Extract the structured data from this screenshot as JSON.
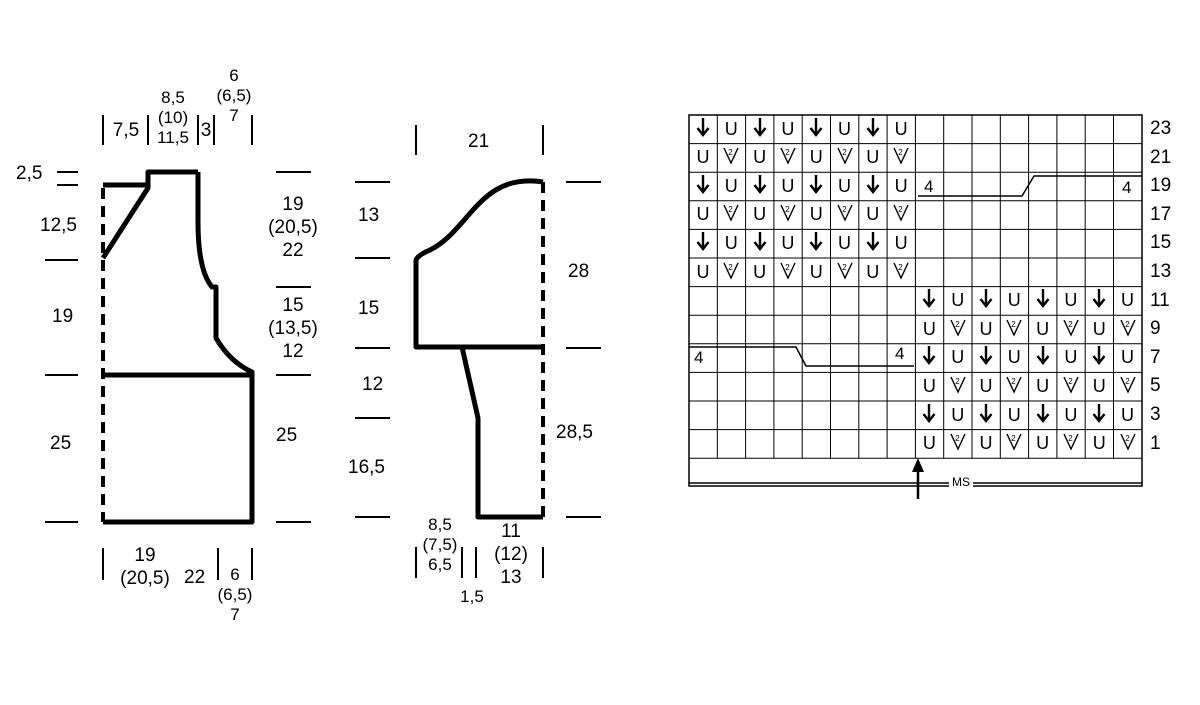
{
  "front": {
    "top_widths": [
      "7,5",
      "8,5",
      "(10)",
      "11,5",
      "3",
      "6",
      "(6,5)",
      "7"
    ],
    "left_heights": [
      "2,5",
      "12,5",
      "19",
      "25"
    ],
    "right_heights": [
      "19",
      "(20,5)",
      "22",
      "15",
      "(13,5)",
      "12",
      "25"
    ],
    "bottom_widths": [
      "19",
      "(20,5)",
      "22",
      "6",
      "(6,5)",
      "7"
    ]
  },
  "sleeve": {
    "top_width": "21",
    "left_heights": [
      "13",
      "15",
      "12",
      "16,5"
    ],
    "right_heights": [
      "28",
      "28,5"
    ],
    "bottom_widths": [
      "8,5",
      "(7,5)",
      "6,5",
      "1,5",
      "11",
      "(12)",
      "13"
    ]
  },
  "chart": {
    "row_numbers": [
      "23",
      "21",
      "19",
      "17",
      "15",
      "13",
      "11",
      "9",
      "7",
      "5",
      "3",
      "1"
    ],
    "offset_labels": [
      "4",
      "4",
      "4",
      "4"
    ],
    "ms_label": "MS",
    "symbols": {
      "down": "down-arrow-icon",
      "u": "U",
      "v": "yarn-over-v-icon"
    }
  }
}
